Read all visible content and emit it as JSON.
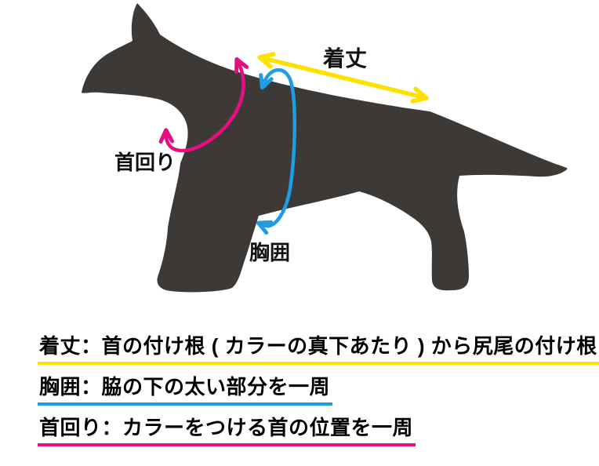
{
  "colors": {
    "background": "#ffffff",
    "dog": "#3d3937",
    "body_length": "#ffe100",
    "chest": "#1d9de3",
    "neck": "#e60e82",
    "text": "#111111"
  },
  "diagram": {
    "body_length_label": "着丈",
    "chest_label": "胸囲",
    "neck_label": "首回り"
  },
  "legend": {
    "body_length": "着丈：首の付け根 ( カラーの真下あたり ) から尻尾の付け根",
    "chest": "胸囲：脇の下の太い部分を一周",
    "neck": "首回り：カラーをつける首の位置を一周"
  }
}
